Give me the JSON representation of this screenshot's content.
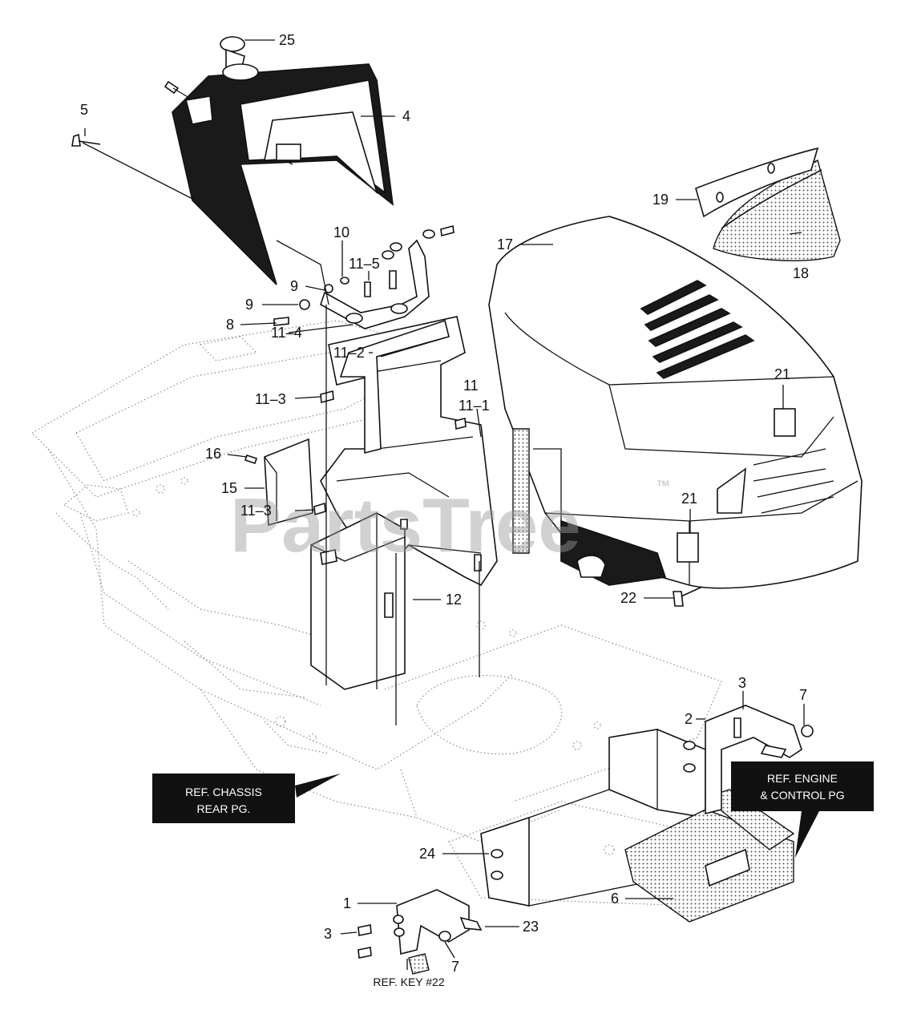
{
  "watermark": {
    "text": "PartsTree",
    "trademark": "™"
  },
  "callouts": {
    "c1": "1",
    "c2": "2",
    "c3a": "3",
    "c3b": "3",
    "c4": "4",
    "c5": "5",
    "c6": "6",
    "c7a": "7",
    "c7b": "7",
    "c8": "8",
    "c9a": "9",
    "c9b": "9",
    "c10": "10",
    "c11": "11",
    "c11_1": "11–1",
    "c11_2": "11–2",
    "c11_3a": "11–3",
    "c11_3b": "11–3",
    "c11_4": "11–4",
    "c11_5": "11–5",
    "c12": "12",
    "c15": "15",
    "c16": "16",
    "c17": "17",
    "c18": "18",
    "c19": "19",
    "c21a": "21",
    "c21b": "21",
    "c22": "22",
    "c23": "23",
    "c24": "24",
    "c25": "25"
  },
  "ref_boxes": {
    "chassis": {
      "line1": "REF. CHASSIS",
      "line2": "REAR PG."
    },
    "engine": {
      "line1": "REF. ENGINE",
      "line2": "& CONTROL PG"
    }
  },
  "ref_key": "REF. KEY #22",
  "colors": {
    "line": "#111111",
    "background": "#ffffff",
    "watermark": "#9a9a9a",
    "ref_box_fill": "#111111"
  }
}
